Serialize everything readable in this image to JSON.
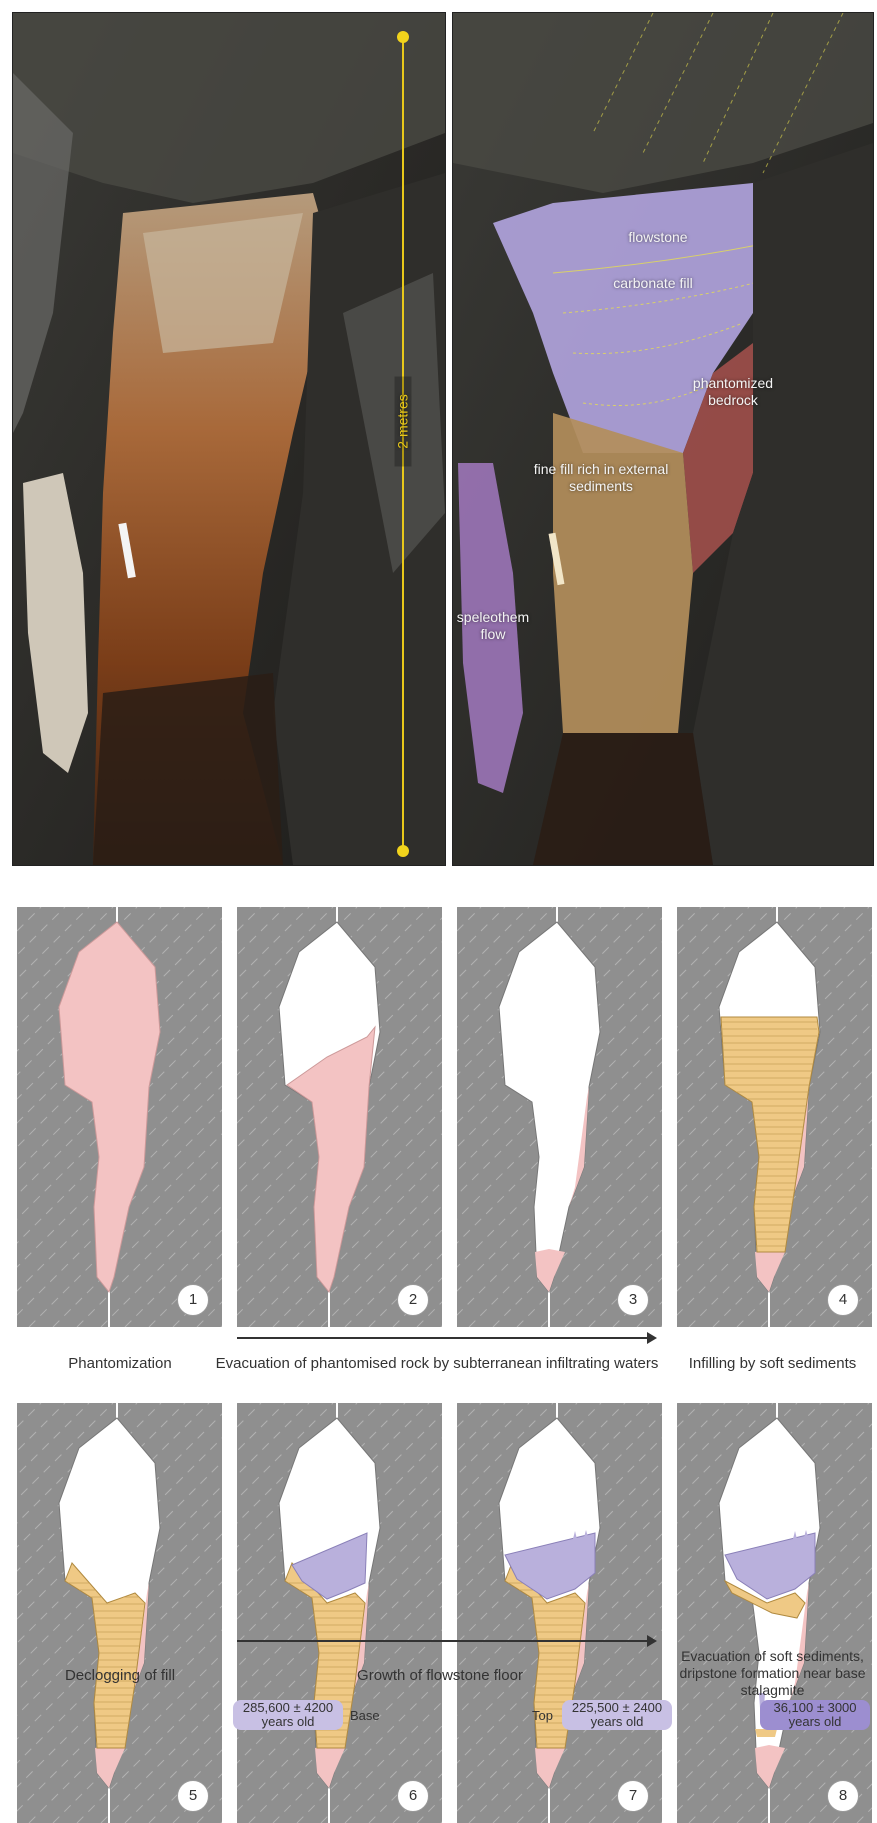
{
  "photos": {
    "scale_label": "2 metres",
    "labels": {
      "flowstone": "flowstone",
      "carbonate_fill": "carbonate fill",
      "phantomized_bedrock": "phantomized bedrock",
      "fine_fill": "fine fill rich in external sediments",
      "speleothem_flow": "speleothem flow"
    }
  },
  "panels": [
    {
      "number": "1"
    },
    {
      "number": "2"
    },
    {
      "number": "3"
    },
    {
      "number": "4"
    },
    {
      "number": "5"
    },
    {
      "number": "6"
    },
    {
      "number": "7"
    },
    {
      "number": "8"
    }
  ],
  "captions": {
    "phantomization": "Phantomization",
    "evacuation": "Evacuation of phantomised rock by subterranean infiltrating waters",
    "infilling": "Infilling by soft sediments",
    "declogging": "Declogging of fill",
    "growth": "Growth of flowstone floor",
    "evacuation_soft": "Evacuation of soft sediments, dripstone formation near base stalagmite"
  },
  "dates": {
    "base_value": "285,600 ± 4200",
    "base_unit": "years old",
    "base_label": "Base",
    "top_label": "Top",
    "top_value": "225,500 ± 2400",
    "top_unit": "years old",
    "stalagmite_value": "36,100 ± 3000",
    "stalagmite_unit": "years old"
  },
  "colors": {
    "pink": "#f3c3c3",
    "sediment": "#efc985",
    "flowstone": "#b9b0dc",
    "panel_bg": "#8f8f8f",
    "scale_bar": "#e8c81a"
  }
}
